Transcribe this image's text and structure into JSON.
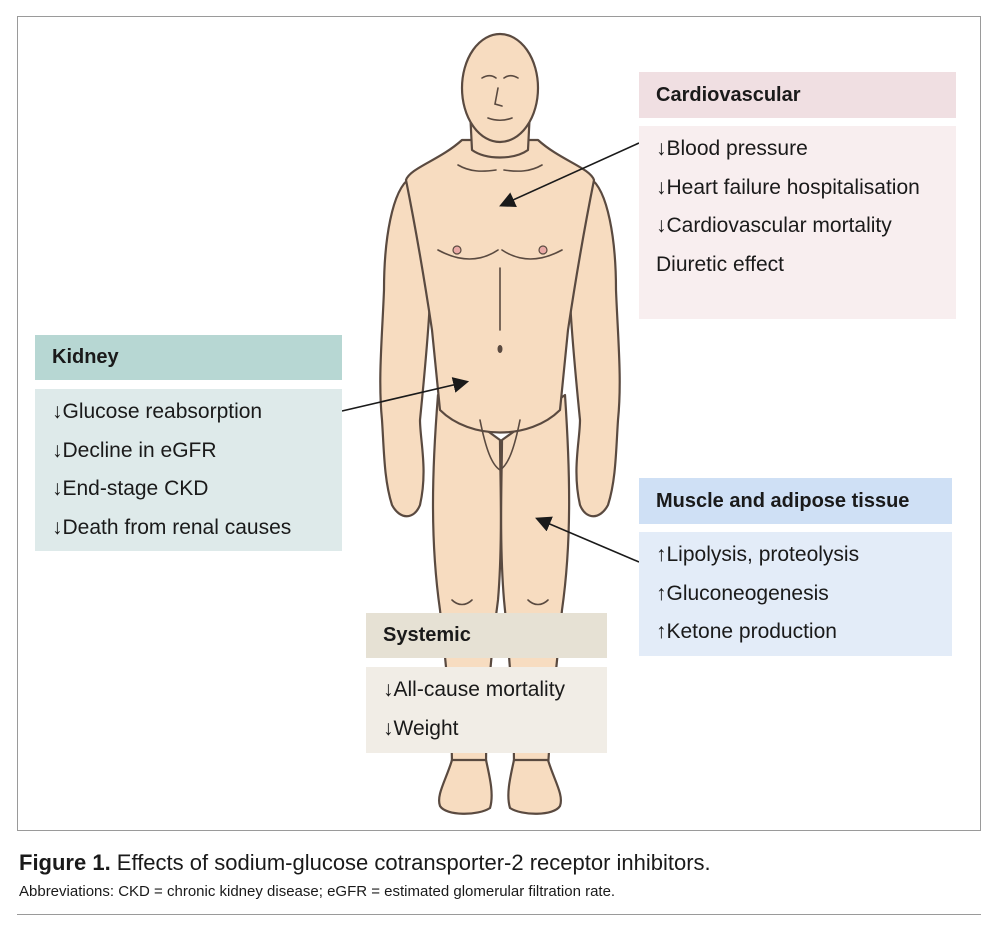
{
  "boxes": {
    "cardiovascular": {
      "title": "Cardiovascular",
      "items": [
        "↓Blood pressure",
        "↓Heart failure hospitalisation",
        "↓Cardiovascular mortality",
        "Diuretic effect"
      ],
      "head_color": "#f0dfe2",
      "body_color": "#f8eeef"
    },
    "kidney": {
      "title": "Kidney",
      "items": [
        "↓Glucose reabsorption",
        "↓Decline in eGFR",
        "↓End-stage CKD",
        "↓Death from renal causes"
      ],
      "head_color": "#b7d7d3",
      "body_color": "#deeaea"
    },
    "muscle": {
      "title": "Muscle and adipose tissue",
      "items": [
        "↑Lipolysis, proteolysis",
        "↑Gluconeogenesis",
        "↑Ketone production"
      ],
      "head_color": "#cfe0f5",
      "body_color": "#e3ecf8"
    },
    "systemic": {
      "title": "Systemic",
      "items": [
        "↓All-cause mortality",
        "↓Weight"
      ],
      "head_color": "#e6e1d4",
      "body_color": "#f1ede6"
    }
  },
  "caption": {
    "label": "Figure 1.",
    "text": " Effects of sodium-glucose cotransporter-2 receptor inhibitors.",
    "abbreviations": "Abbreviations: CKD = chronic kidney disease; eGFR = estimated glomerular filtration rate."
  },
  "colors": {
    "skin": "#f7dcc0",
    "skin_outline": "#5a4a40"
  }
}
